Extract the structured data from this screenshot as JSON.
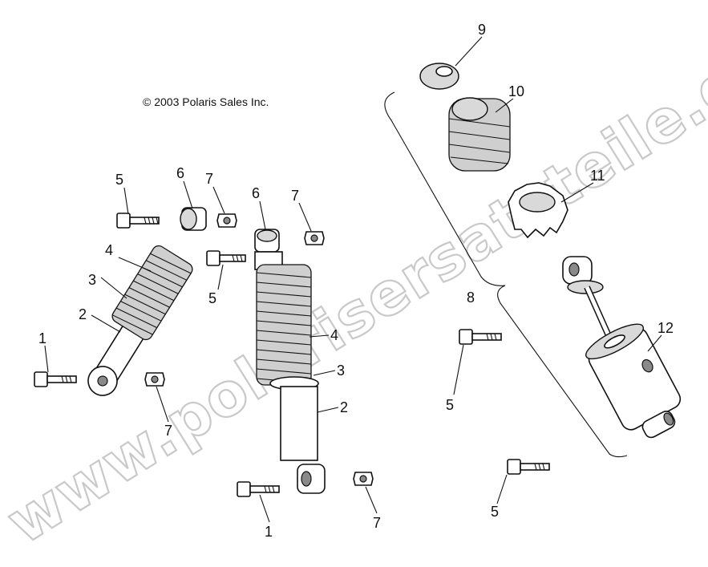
{
  "diagram": {
    "copyright": "© 2003 Polaris Sales Inc.",
    "watermark": "www.polarisersatzteile.de",
    "labels": {
      "l1a": "1",
      "l1b": "1",
      "l2a": "2",
      "l2b": "2",
      "l3a": "3",
      "l3b": "3",
      "l4a": "4",
      "l4b": "4",
      "l5a": "5",
      "l5b": "5",
      "l5c": "5",
      "l5d": "5",
      "l6a": "6",
      "l6b": "6",
      "l7a": "7",
      "l7b": "7",
      "l7c": "7",
      "l7d": "7",
      "l8": "8",
      "l9": "9",
      "l10": "10",
      "l11": "11",
      "l12": "12"
    }
  }
}
